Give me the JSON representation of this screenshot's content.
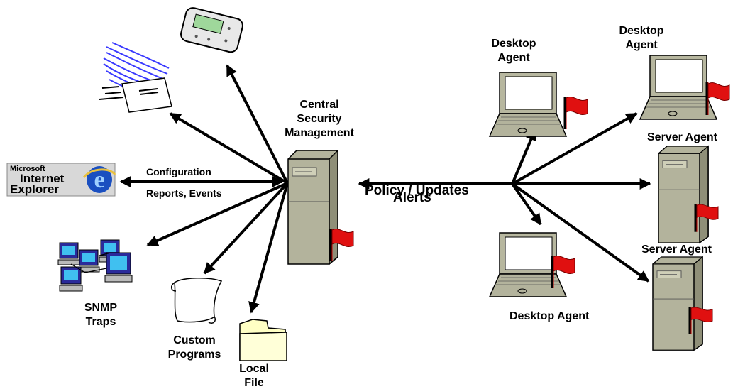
{
  "central": {
    "line1": "Central",
    "line2": "Security",
    "line3": "Management"
  },
  "edges": {
    "configuration": "Configuration",
    "reports_events": "Reports, Events",
    "policy_updates": "Policy / Updates",
    "alerts": "Alerts"
  },
  "outputs": {
    "ie_logo": {
      "line1": "Microsoft",
      "line2": "Internet",
      "line3": "Explorer"
    },
    "snmp": {
      "line1": "SNMP",
      "line2": "Traps"
    },
    "custom": {
      "line1": "Custom",
      "line2": "Programs"
    },
    "local": {
      "line1": "Local",
      "line2": "File"
    }
  },
  "agents": {
    "desktop_1": {
      "line1": "Desktop",
      "line2": "Agent"
    },
    "desktop_2": {
      "line1": "Desktop",
      "line2": "Agent"
    },
    "desktop_3": "Desktop Agent",
    "server_1": "Server Agent",
    "server_2": "Server Agent"
  },
  "colors": {
    "case": "#b3b39c",
    "case_dark": "#8f8f78",
    "flag": "#e01010",
    "screen": "#9fd79b",
    "file": "#ffffc4",
    "ie_blue": "#1a4fc0"
  }
}
